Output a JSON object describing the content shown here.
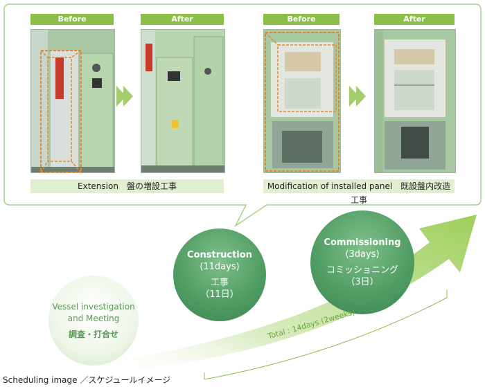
{
  "top": {
    "left_group": {
      "before_label": "Before",
      "after_label": "After",
      "caption": "Extension　盤の増設工事"
    },
    "right_group": {
      "before_label": "Before",
      "after_label": "After",
      "caption": "Modification of installed panel　既設盤内改造工事"
    }
  },
  "schedule": {
    "steps": [
      {
        "en": "Vessel investigation",
        "en2": "and Meeting",
        "jp": "調査・打合せ"
      },
      {
        "en": "Construction",
        "en2": "(11days)",
        "jp": "工事",
        "jp2": "（11日）"
      },
      {
        "en": "Commissioning",
        "en2": "(3days)",
        "jp": "コミッショニング",
        "jp2": "（3日）"
      }
    ],
    "total": "Total : 14days (2weeks)"
  },
  "footer": "Scheduling image ／スケジュールイメージ",
  "colors": {
    "accent": "#8cbf4a",
    "circle_dark": "#4e9b62",
    "circle_light": "#d8ebcf",
    "panel_green": "#a9cfa3"
  }
}
